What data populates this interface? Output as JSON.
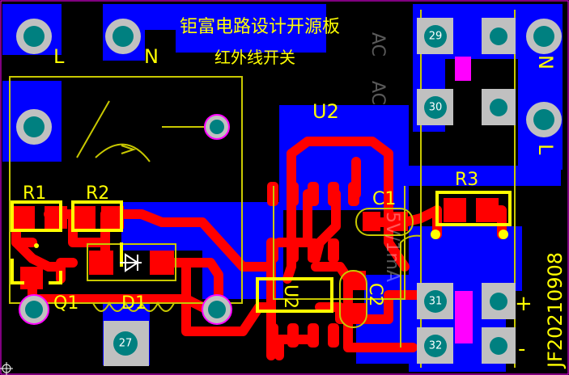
{
  "title_line1": "钜富电路设计开源板",
  "title_line2": "红外线开关",
  "labels": {
    "L_top": "L",
    "N_top": "N",
    "N_right": "N",
    "L_right": "L",
    "U2": "U2",
    "U2_body": "U2",
    "C1": "C1",
    "C2": "C2",
    "R1": "R1",
    "R2": "R2",
    "R3": "R3",
    "Q1": "Q1",
    "D1": "D1",
    "plus": "+",
    "minus": "-",
    "date_code": "JF20210908"
  },
  "mirrored_text": {
    "ac": "AC",
    "spec": "5V/1mA"
  },
  "pads": {
    "p27": "27",
    "p29": "29",
    "p30": "30",
    "p31": "31",
    "p32": "32"
  },
  "colors": {
    "copper_top": "#ff0000",
    "copper_bottom": "#0000ff",
    "silkscreen": "#ffff00",
    "pad_ring": "#c0c0c0",
    "pad_hole": "#008080",
    "via": "#ff00ff",
    "board_edge": "#ff00ff",
    "background": "#000000"
  }
}
